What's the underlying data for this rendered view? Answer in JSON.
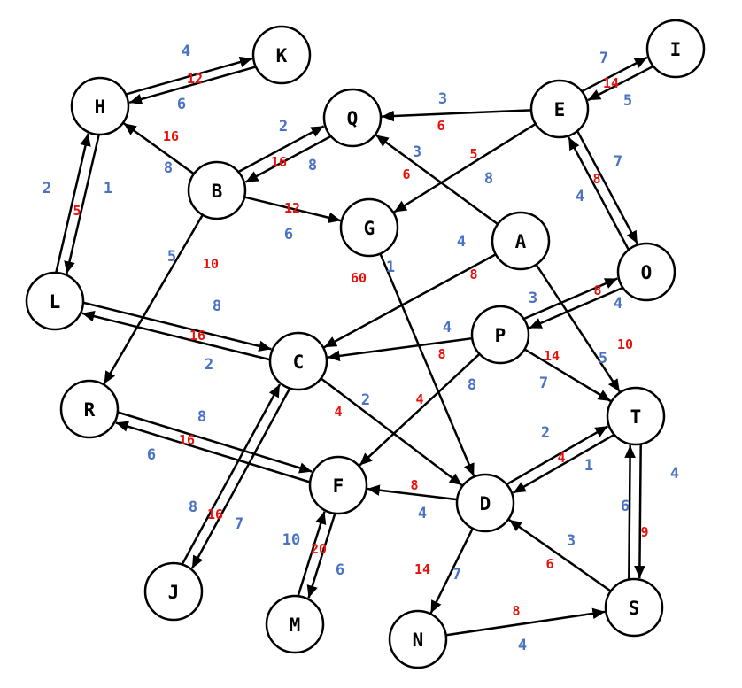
{
  "colors": {
    "blue": "#4a72c4",
    "red": "#e8120c",
    "stroke": "#000000"
  },
  "nodes": [
    {
      "id": "K",
      "label": "K"
    },
    {
      "id": "H",
      "label": "H"
    },
    {
      "id": "Q",
      "label": "Q"
    },
    {
      "id": "E",
      "label": "E"
    },
    {
      "id": "I",
      "label": "I"
    },
    {
      "id": "B",
      "label": "B"
    },
    {
      "id": "G",
      "label": "G"
    },
    {
      "id": "A",
      "label": "A"
    },
    {
      "id": "O",
      "label": "O"
    },
    {
      "id": "L",
      "label": "L"
    },
    {
      "id": "P",
      "label": "P"
    },
    {
      "id": "C",
      "label": "C"
    },
    {
      "id": "R",
      "label": "R"
    },
    {
      "id": "T",
      "label": "T"
    },
    {
      "id": "F",
      "label": "F"
    },
    {
      "id": "D",
      "label": "D"
    },
    {
      "id": "J",
      "label": "J"
    },
    {
      "id": "M",
      "label": "M"
    },
    {
      "id": "N",
      "label": "N"
    },
    {
      "id": "S",
      "label": "S"
    }
  ],
  "edges": [
    {
      "from": "K",
      "to": "H",
      "blue": "4",
      "red": "12"
    },
    {
      "from": "H",
      "to": "K",
      "blue": "6",
      "red": ""
    },
    {
      "from": "H",
      "to": "L",
      "blue": "2",
      "red": "5"
    },
    {
      "from": "L",
      "to": "H",
      "blue": "1",
      "red": ""
    },
    {
      "from": "B",
      "to": "H",
      "blue": "8",
      "red": "16"
    },
    {
      "from": "B",
      "to": "Q",
      "blue": "2",
      "red": "16"
    },
    {
      "from": "Q",
      "to": "B",
      "blue": "8",
      "red": ""
    },
    {
      "from": "B",
      "to": "G",
      "blue": "6",
      "red": "12"
    },
    {
      "from": "B",
      "to": "R",
      "blue": "5",
      "red": "10"
    },
    {
      "from": "E",
      "to": "Q",
      "blue": "3",
      "red": "6"
    },
    {
      "from": "E",
      "to": "I",
      "blue": "7",
      "red": "14"
    },
    {
      "from": "I",
      "to": "E",
      "blue": "5",
      "red": ""
    },
    {
      "from": "E",
      "to": "G",
      "blue": "8",
      "red": "5"
    },
    {
      "from": "E",
      "to": "O",
      "blue": "4",
      "red": "8"
    },
    {
      "from": "O",
      "to": "E",
      "blue": "7",
      "red": ""
    },
    {
      "from": "A",
      "to": "Q",
      "blue": "3",
      "red": "6"
    },
    {
      "from": "A",
      "to": "C",
      "blue": "4",
      "red": "8"
    },
    {
      "from": "A",
      "to": "T",
      "blue": "5",
      "red": "10"
    },
    {
      "from": "G",
      "to": "D",
      "blue": "1",
      "red": "60"
    },
    {
      "from": "P",
      "to": "O",
      "blue": "3",
      "red": "8"
    },
    {
      "from": "O",
      "to": "P",
      "blue": "4",
      "red": ""
    },
    {
      "from": "P",
      "to": "C",
      "blue": "4",
      "red": "8"
    },
    {
      "from": "P",
      "to": "T",
      "blue": "7",
      "red": "14"
    },
    {
      "from": "P",
      "to": "F",
      "blue": "8",
      "red": "4"
    },
    {
      "from": "C",
      "to": "L",
      "blue": "8",
      "red": "16"
    },
    {
      "from": "L",
      "to": "C",
      "blue": "2",
      "red": ""
    },
    {
      "from": "C",
      "to": "D",
      "blue": "2",
      "red": "4"
    },
    {
      "from": "C",
      "to": "J",
      "blue": "8",
      "red": "16"
    },
    {
      "from": "J",
      "to": "C",
      "blue": "7",
      "red": ""
    },
    {
      "from": "R",
      "to": "F",
      "blue": "8",
      "red": "16"
    },
    {
      "from": "F",
      "to": "R",
      "blue": "6",
      "red": ""
    },
    {
      "from": "F",
      "to": "M",
      "blue": "10",
      "red": "20"
    },
    {
      "from": "M",
      "to": "F",
      "blue": "6",
      "red": ""
    },
    {
      "from": "D",
      "to": "F",
      "blue": "4",
      "red": "8"
    },
    {
      "from": "T",
      "to": "D",
      "blue": "2",
      "red": "4"
    },
    {
      "from": "D",
      "to": "T",
      "blue": "1",
      "red": ""
    },
    {
      "from": "D",
      "to": "N",
      "blue": "7",
      "red": "14"
    },
    {
      "from": "N",
      "to": "S",
      "blue": "4",
      "red": "8"
    },
    {
      "from": "S",
      "to": "D",
      "blue": "3",
      "red": "6"
    },
    {
      "from": "T",
      "to": "S",
      "blue": "4",
      "red": "9"
    },
    {
      "from": "S",
      "to": "T",
      "blue": "6",
      "red": ""
    }
  ]
}
